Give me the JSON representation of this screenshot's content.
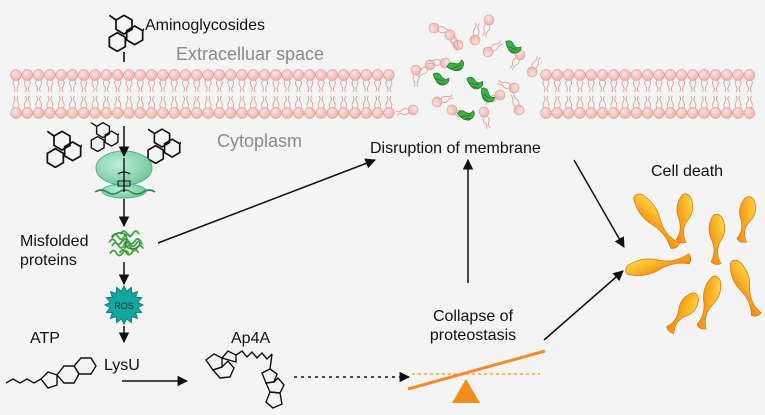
{
  "labels": {
    "aminoglycosides": "Aminoglycosides",
    "extracellular": "Extracelluar space",
    "cytoplasm": "Cytoplasm",
    "misfolded_line1": "Misfolded",
    "misfolded_line2": "proteins",
    "ros": "ROS",
    "atp": "ATP",
    "lysu": "LysU",
    "ap4a": "Ap4A",
    "collapse_line1": "Collapse of",
    "collapse_line2": "proteostasis",
    "disruption": "Disruption of membrane",
    "cell_death": "Cell death"
  },
  "colors": {
    "background": "#f4f4f4",
    "lipid_head": "#f2c2bf",
    "lipid_head_stroke": "#d99a96",
    "ribosome": "#8fd4b2",
    "misfolded_protein": "#4caf50",
    "membrane_protein": "#3cb043",
    "ros_burst": "#16a39a",
    "balance": "#f39a3c",
    "dead_cell_outer": "#f28c1a",
    "dead_cell_inner": "#ffd23a",
    "arrow": "#111111"
  }
}
